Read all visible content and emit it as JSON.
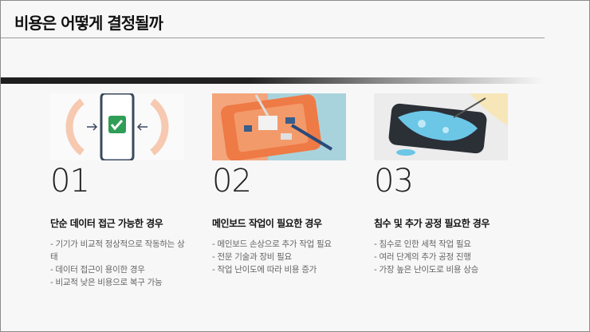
{
  "title": "비용은 어떻게 결정될까",
  "cards": [
    {
      "number": "01",
      "heading": "단순 데이터 접근 가능한 경우",
      "lines": [
        "- 기기가 비교적 정상적으로 작동하는 상태",
        "- 데이터 접근이 용이한 경우",
        "- 비교적 낮은 비용으로 복구 가능"
      ],
      "image": "phone-checkmark-illustration"
    },
    {
      "number": "02",
      "heading": "메인보드 작업이 필요한 경우",
      "lines": [
        "- 메인보드 손상으로 추가 작업 필요",
        "- 전문 기술과 장비 필요",
        "- 작업 난이도에 따라 비용 증가"
      ],
      "image": "motherboard-repair-illustration"
    },
    {
      "number": "03",
      "heading": "침수 및 추가 공정 필요한 경우",
      "lines": [
        "- 침수로 인한 세척 작업 필요",
        "- 여러 단계의 추가 공정 진행",
        "- 가장 높은 난이도로 비용 상승"
      ],
      "image": "water-damaged-phone-illustration"
    }
  ]
}
